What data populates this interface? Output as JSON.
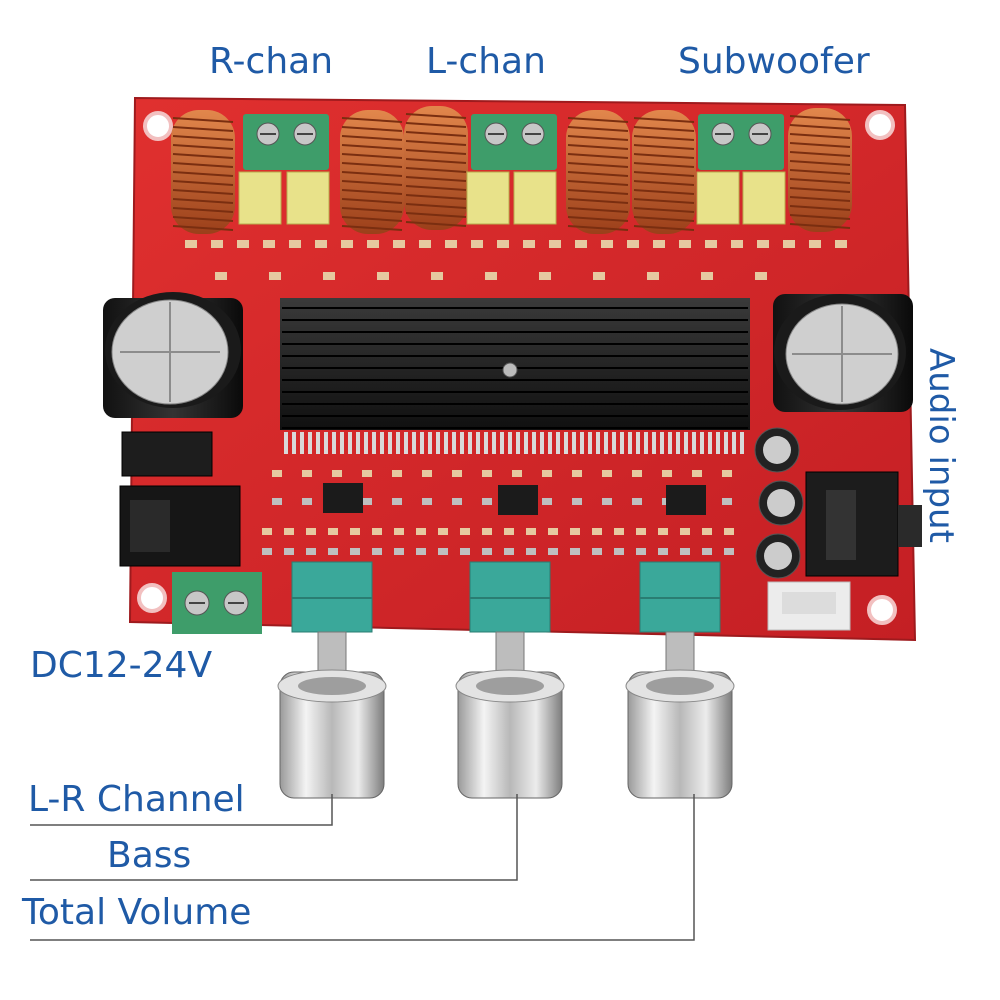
{
  "labels": {
    "r_chan": "R-chan",
    "l_chan": "L-chan",
    "subwoofer": "Subwoofer",
    "audio_input": "Audio input",
    "power": "DC12-24V",
    "lr_channel": "L-R Channel",
    "bass": "Bass",
    "total_volume": "Total Volume"
  },
  "colors": {
    "label_blue": "#1f5aa6",
    "pcb_red": "#d8262b",
    "terminal_green": "#3e9d6a",
    "heatsink": "#1a1a1a"
  }
}
